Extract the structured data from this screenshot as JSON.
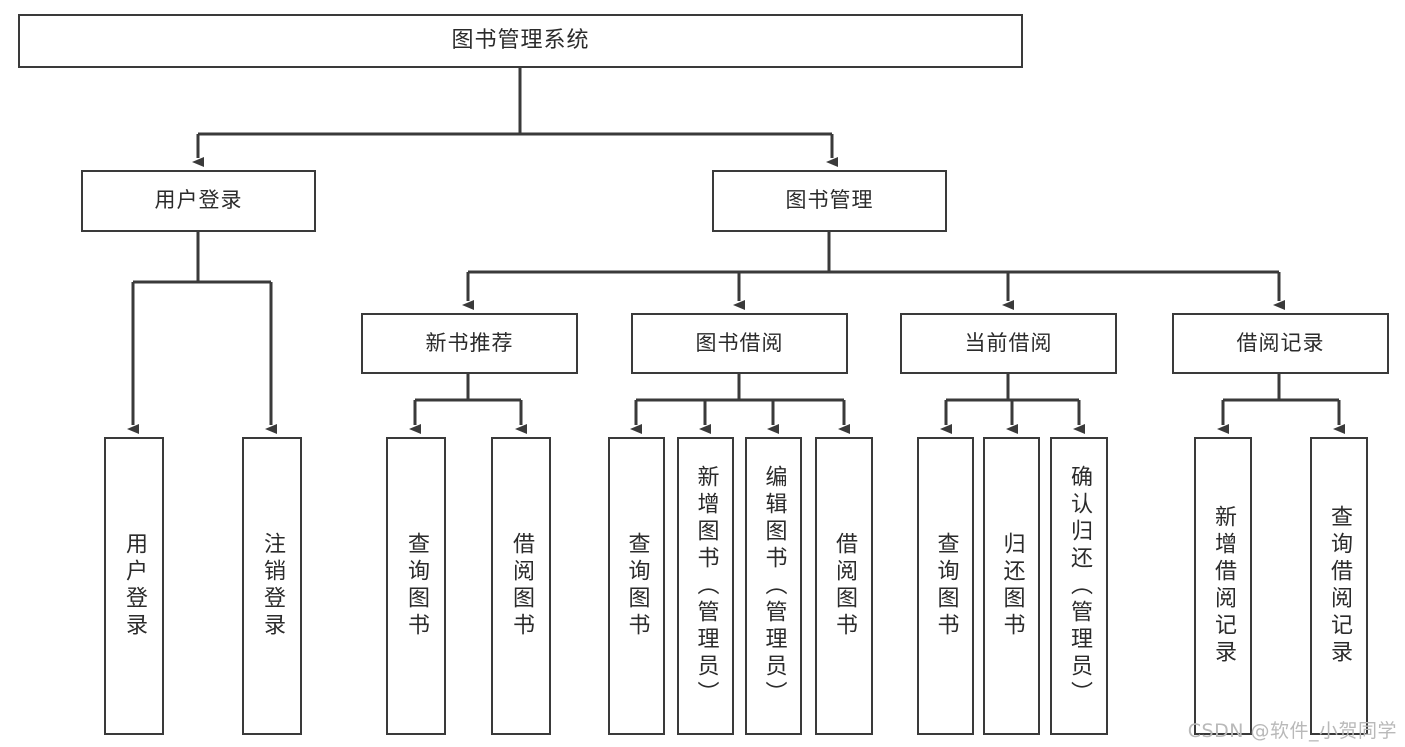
{
  "diagram": {
    "type": "tree",
    "title": "图书管理系统",
    "root": {
      "label": "图书管理系统"
    },
    "level2": [
      {
        "label": "用户登录"
      },
      {
        "label": "图书管理"
      }
    ],
    "level3": [
      {
        "label": "新书推荐"
      },
      {
        "label": "图书借阅"
      },
      {
        "label": "当前借阅"
      },
      {
        "label": "借阅记录"
      }
    ],
    "leaves": {
      "user_login": [
        {
          "label": "用户登录"
        },
        {
          "label": "注销登录"
        }
      ],
      "new_book": [
        {
          "label": "查询图书"
        },
        {
          "label": "借阅图书"
        }
      ],
      "book_borrow": [
        {
          "label": "查询图书"
        },
        {
          "label": "新增图书（管理员）"
        },
        {
          "label": "编辑图书（管理员）"
        },
        {
          "label": "借阅图书"
        }
      ],
      "current_borrow": [
        {
          "label": "查询图书"
        },
        {
          "label": "归还图书"
        },
        {
          "label": "确认归还（管理员）"
        }
      ],
      "borrow_record": [
        {
          "label": "新增借阅记录"
        },
        {
          "label": "查询借阅记录"
        }
      ]
    }
  },
  "watermark": {
    "text": "CSDN @软件_小贺同学"
  },
  "colors": {
    "border": "#3a3a3a",
    "text": "#2b2b2b",
    "background": "#ffffff",
    "watermark": "#b9b9b9"
  }
}
